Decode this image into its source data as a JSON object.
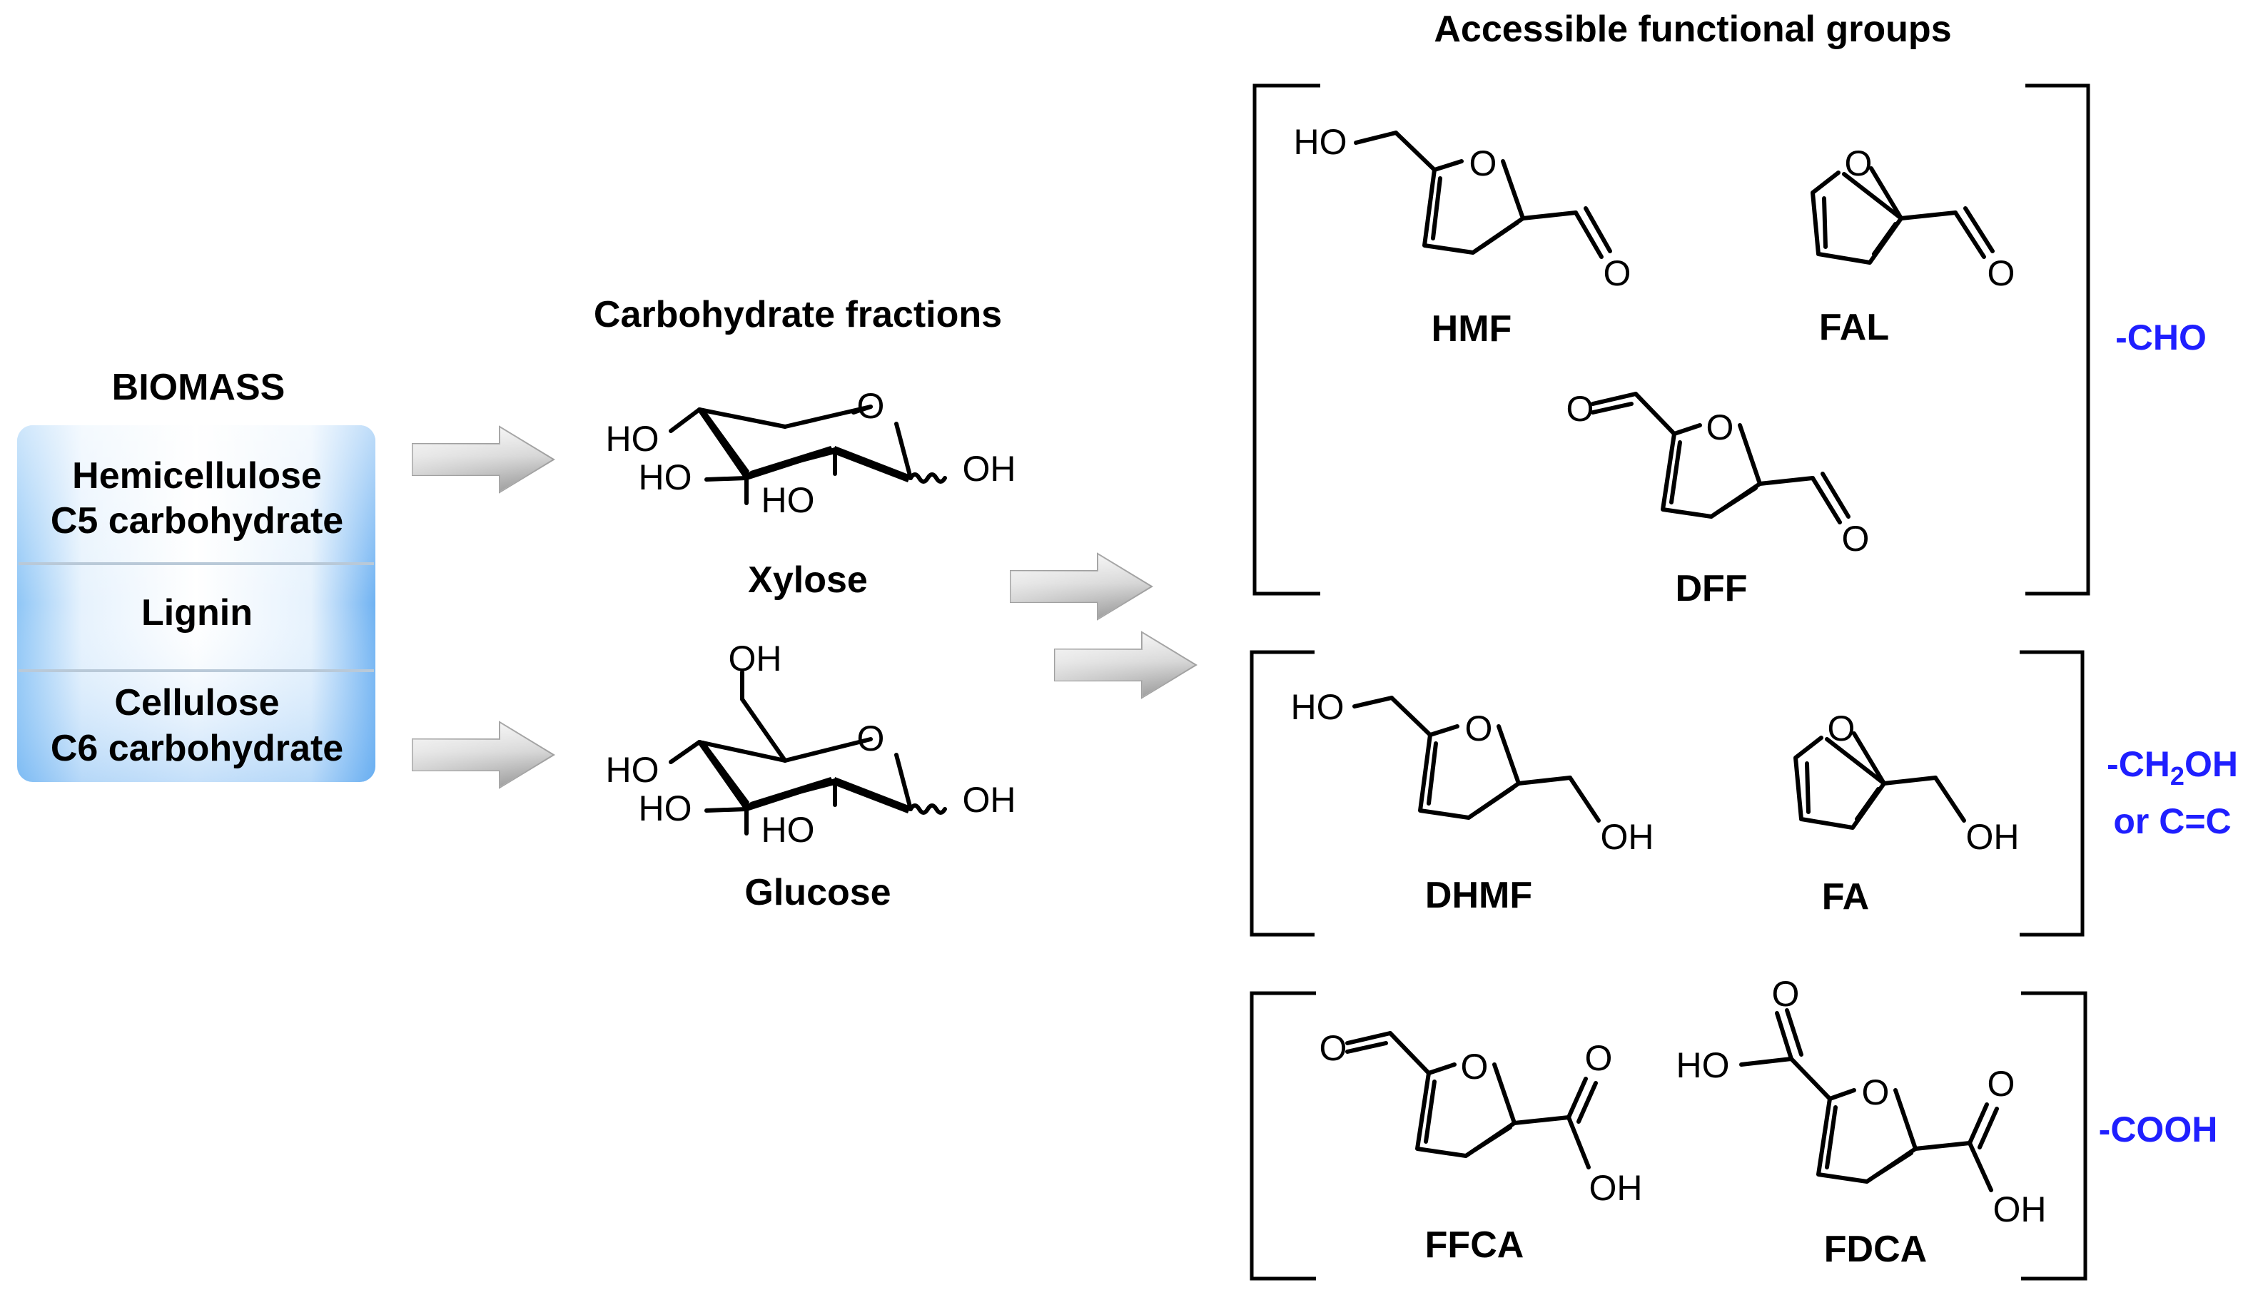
{
  "headings": {
    "biomass": "BIOMASS",
    "carbohydrate_fractions": "Carbohydrate fractions",
    "functional_groups": "Accessible functional groups"
  },
  "biomass_box": {
    "hemicellulose_line1": "Hemicellulose",
    "hemicellulose_line2": "C5 carbohydrate",
    "lignin": "Lignin",
    "cellulose_line1": "Cellulose",
    "cellulose_line2": "C6 carbohydrate"
  },
  "sugars": {
    "xylose": {
      "name": "Xylose",
      "ring_o": "O",
      "oh_left_top": "HO",
      "oh_left_mid": "HO",
      "oh_bottom": "HO",
      "oh_right": "OH"
    },
    "glucose": {
      "name": "Glucose",
      "ch2oh": "OH",
      "ring_o": "O",
      "oh_left_top": "HO",
      "oh_left_mid": "HO",
      "oh_bottom": "HO",
      "oh_right": "OH"
    }
  },
  "compounds": {
    "hmf": {
      "name": "HMF",
      "ring_o": "O",
      "left": "HO",
      "right": "O"
    },
    "fal": {
      "name": "FAL",
      "ring_o": "O",
      "right": "O"
    },
    "dff": {
      "name": "DFF",
      "ring_o": "O",
      "left": "O",
      "right": "O"
    },
    "dhmf": {
      "name": "DHMF",
      "ring_o": "O",
      "left": "HO",
      "right": "OH"
    },
    "fa": {
      "name": "FA",
      "ring_o": "O",
      "right": "OH"
    },
    "ffca": {
      "name": "FFCA",
      "ring_o": "O",
      "left": "O",
      "right_o": "O",
      "right_oh": "OH"
    },
    "fdca": {
      "name": "FDCA",
      "ring_o": "O",
      "left_o": "O",
      "left_oh": "HO",
      "right_o": "O",
      "right_oh": "OH"
    }
  },
  "group_labels": {
    "cho": "-CHO",
    "ch2oh_prefix": "-CH",
    "ch2oh_sub": "2",
    "ch2oh_suffix": "OH",
    "cc": "or C=C",
    "cooh": "-COOH"
  },
  "colors": {
    "group_label": "#1f1fff",
    "box_top": "#ffffff",
    "box_edge": "#6fb2f2",
    "arrow_light": "#f2f2f2",
    "arrow_dark": "#8c8c8c"
  }
}
